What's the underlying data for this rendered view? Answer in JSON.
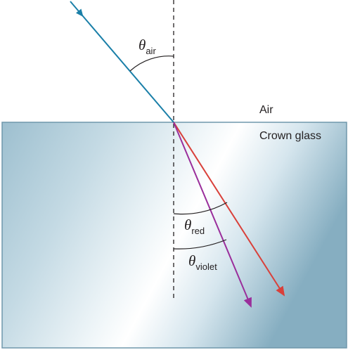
{
  "labels": {
    "theta_symbol": "θ",
    "air_subscript": "air",
    "red_subscript": "red",
    "violet_subscript": "violet",
    "medium_top": "Air",
    "medium_bottom": "Crown glass"
  },
  "colors": {
    "incident_ray": "#1a7fa8",
    "red_ray": "#d9403a",
    "violet_ray": "#9a2e9b",
    "glass_edge": "#6f97ab",
    "glass_dark": "#86aec1",
    "glass_light": "#ffffff",
    "normal_line": "#231f20",
    "arc": "#231f20"
  }
}
